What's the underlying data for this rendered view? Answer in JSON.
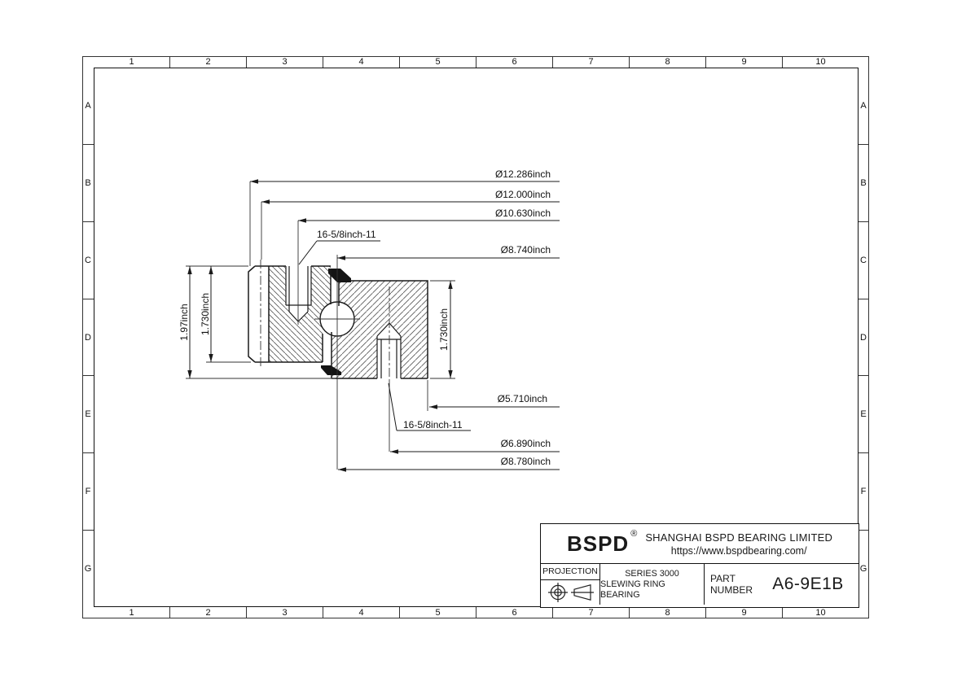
{
  "sheet": {
    "background": "#ffffff",
    "line_color": "#1a1a1a",
    "hatch_color": "#555555"
  },
  "grid": {
    "cols": [
      "1",
      "2",
      "3",
      "4",
      "5",
      "6",
      "7",
      "8",
      "9",
      "10"
    ],
    "rows": [
      "A",
      "B",
      "C",
      "D",
      "E",
      "F",
      "G"
    ]
  },
  "dimensions": {
    "dia_12_286": "Ø12.286inch",
    "dia_12_000": "Ø12.000inch",
    "dia_10_630": "Ø10.630inch",
    "dia_8_740": "Ø8.740inch",
    "dia_5_710": "Ø5.710inch",
    "dia_6_890": "Ø6.890inch",
    "dia_8_780": "Ø8.780inch",
    "thread_top": "16-5/8inch-11",
    "thread_bottom": "16-5/8inch-11",
    "height_overall": "1.97inch",
    "height_left_ring": "1.730inch",
    "height_right_ring": "1.730inch"
  },
  "title_block": {
    "logo": "BSPD",
    "registered_mark": "®",
    "company": "SHANGHAI BSPD BEARING LIMITED",
    "website": "https://www.bspdbearing.com/",
    "projection_label": "PROJECTION",
    "series_line1": "SERIES 3000",
    "series_line2": "SLEWING RING BEARING",
    "part_label_line1": "PART",
    "part_label_line2": "NUMBER",
    "part_number": "A6-9E1B"
  }
}
